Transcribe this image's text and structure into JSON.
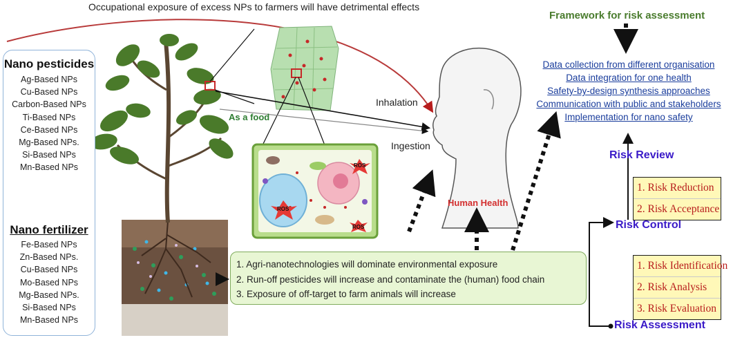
{
  "caption": "Occupational exposure of excess NPs to farmers will have detrimental effects",
  "nano_pesticides": {
    "title": "Nano pesticides",
    "items": [
      "Ag-Based NPs",
      "Cu-Based NPs",
      "Carbon-Based NPs",
      "Ti-Based NPs",
      "Ce-Based NPs",
      "Mg-Based NPs.",
      "Si-Based NPs",
      "Mn-Based NPs"
    ]
  },
  "nano_fertilizer": {
    "title": "Nano fertilizer",
    "items": [
      "Fe-Based NPs",
      "Zn-Based NPs.",
      "Cu-Based NPs",
      "Mo-Based NPs",
      "Mg-Based NPs.",
      "Si-Based NPs",
      "Mn-Based NPs"
    ]
  },
  "labels": {
    "as_food": "As a food",
    "human_health": "Human Health",
    "inhalation": "Inhalation",
    "ingestion": "Ingestion",
    "ros": "ROS"
  },
  "framework": {
    "title": "Framework for risk assessment",
    "items": [
      "Data collection from different organisation",
      "Data integration for one health",
      "Safety-by-design synthesis approaches",
      "Communication with public and stakeholders",
      "Implementation for nano safety"
    ]
  },
  "risk": {
    "review": "Risk Review",
    "control": "Risk Control",
    "assessment": "Risk Assessment",
    "control_items": [
      "1. Risk Reduction",
      "2. Risk Acceptance"
    ],
    "assessment_items": [
      "1. Risk Identification",
      "2. Risk Analysis",
      "3. Risk Evaluation"
    ]
  },
  "exposure": {
    "items": [
      "1. Agri-nanotechnologies will dominate environmental exposure",
      "2. Run-off pesticides will increase and contaminate the (human) food chain",
      "3. Exposure of off-target to farm animals will increase"
    ]
  },
  "colors": {
    "accent_green": "#4a7c2e",
    "risk_blue": "#3a1ac8",
    "risk_item_red": "#b71c1c",
    "yellow_box": "#fff8b8",
    "exposure_box": "#e8f6d4",
    "panel_border": "#8fb3d9",
    "link_blue": "#1a3d9c"
  },
  "icons": [
    "plant-illustration",
    "soil-illustration",
    "leaf-cell-inset",
    "plant-cell-illustration",
    "human-head-illustration"
  ]
}
